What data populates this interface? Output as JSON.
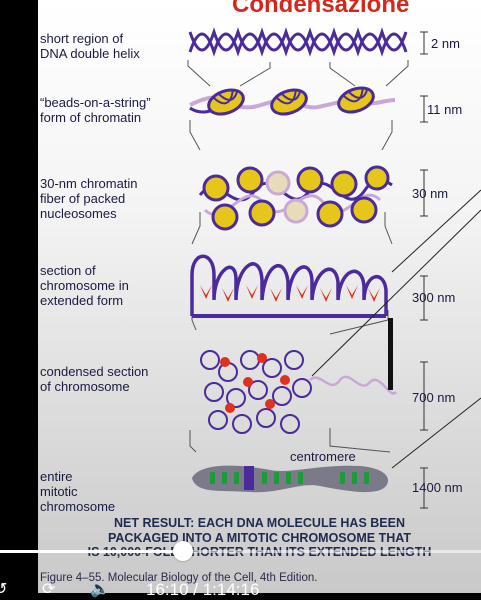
{
  "slide": {
    "title": "Condensazione",
    "labels": {
      "dna": "short region of\nDNA double helix",
      "beads": "“beads-on-a-string”\nform of chromatin",
      "fiber": "30-nm chromatin\nfiber of packed\nnucleosomes",
      "extended": "section of\nchromosome in\nextended form",
      "condensed": "condensed section\nof chromosome",
      "mitotic": "entire\nmitotic\nchromosome"
    },
    "scales": {
      "s1": "2 nm",
      "s2": "11 nm",
      "s3": "30 nm",
      "s4": "300 nm",
      "s5": "700 nm",
      "s6": "1400 nm"
    },
    "centromere": "centromere",
    "net_result": "NET RESULT: EACH DNA MOLECULE HAS BEEN\nPACKAGED INTO A MITOTIC CHROMOSOME THAT\nIS 10,000-FOLD SHORTER THAN ITS EXTENDED LENGTH",
    "caption": "Figure 4–55. Molecular Biology of the Cell, 4th Edition."
  },
  "player": {
    "time": "16:10 / 1:14:16",
    "progress_fraction": 0.38,
    "controls": [
      "replay-icon",
      "volume-icon"
    ]
  },
  "colors": {
    "title": "#d2281e",
    "dna": "#4b2a9a",
    "nucleosome": "#e6c61a",
    "scaffold": "#e03020",
    "label_text": "#1a1a40"
  }
}
